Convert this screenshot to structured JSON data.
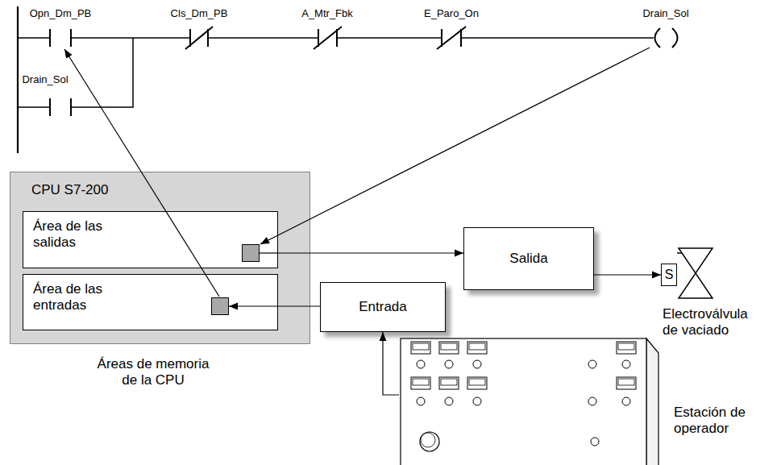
{
  "diagram": {
    "nodes": [
      {
        "text": [
          "CPU S7-200",
          "Áreas de memoria de la CPU"
        ]
      },
      {
        "text": [
          "Área de las salidas"
        ],
        "in": 0
      },
      {
        "text": [
          "Área de las entradas"
        ],
        "in": 0
      },
      {
        "text": [
          "Salida"
        ]
      },
      {
        "text": [
          "S"
        ]
      },
      {
        "text": [
          "Entrada"
        ]
      },
      {
        "text": [
          "Estación de operador"
        ]
      }
    ],
    "edges": [
      {
        "from": 1,
        "to": 3,
        "arrow": "to"
      },
      {
        "from": 3,
        "to": 4,
        "arrow": "to"
      },
      {
        "from": 5,
        "to": 2,
        "arrow": "to"
      },
      {
        "from": 6,
        "to": 5,
        "arrow": "to"
      }
    ],
    "labels": [
      "Opn_Dm_PB",
      "Cls_Dm_PB",
      "A_Mtr_Fbk",
      "E_Paro_On",
      "Drain_Sol",
      "Drain_Sol",
      "Electroválvula de vaciado"
    ]
  }
}
